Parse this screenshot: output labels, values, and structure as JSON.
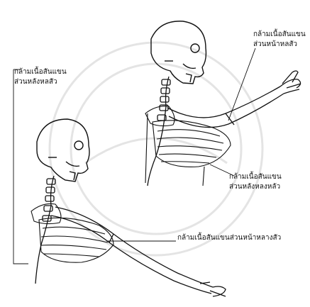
{
  "labels": {
    "upper_trap_fibers": {
      "line1": "กล้ามเนื้อสันแขน",
      "line2": "ส่วนหลังหลสัว"
    },
    "anterior_deltoid": {
      "line1": "กล้ามเนื้อสันแขน",
      "line2": "ส่วนหน้าหลสัว"
    },
    "posterior_deltoid": {
      "line1": "กล้ามเนื้อสันแขน",
      "line2": "ส่วนหลังหลงหลัว"
    },
    "lateral_deltoid": "กล้ามเนื้อสันแขนส่วนหน้าหลางสัว"
  },
  "colors": {
    "ink": "#111111",
    "watermark": "#d9d9d9"
  }
}
